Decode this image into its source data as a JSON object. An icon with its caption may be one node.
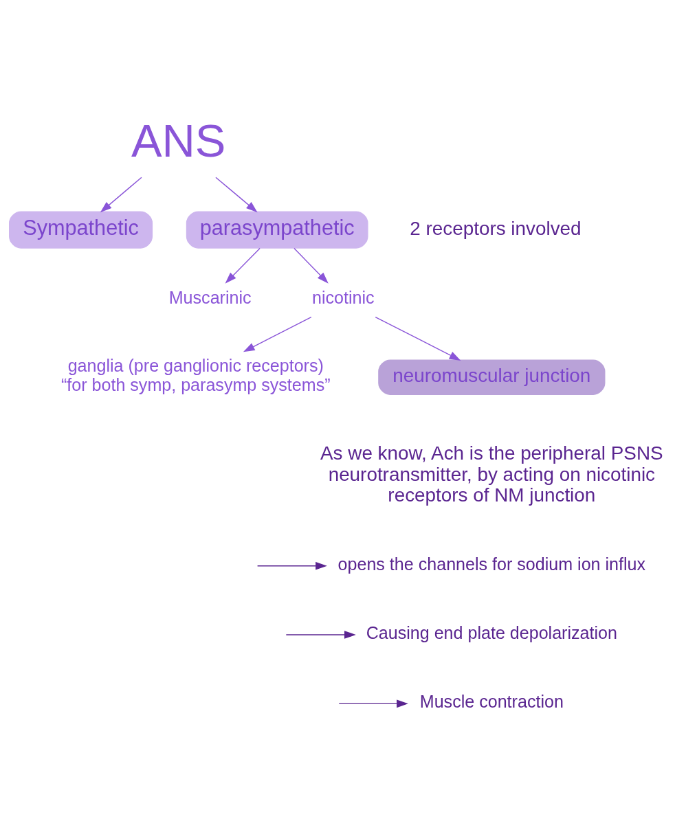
{
  "diagram": {
    "nodes": [
      {
        "text": [
          "ANS"
        ]
      },
      {
        "text": [
          "Sympathetic"
        ]
      },
      {
        "text": [
          "parasympathetic"
        ]
      },
      {
        "text": [
          "Muscarinic"
        ]
      },
      {
        "text": [
          "nicotinic"
        ]
      },
      {
        "text": [
          "ganglia (pre ganglionic receptors)"
        ],
        "beside": [
          "“for both symp, parasymp systems”"
        ]
      },
      {
        "text": [
          "neuromuscular junction"
        ]
      },
      {
        "text": [
          "As we know, Ach is the peripheral PSNS neurotransmitter, by acting on nicotinic receptors of NM junction"
        ]
      },
      {
        "text": [
          "opens the channels for sodium ion influx"
        ]
      },
      {
        "text": [
          "Causing end plate depolarization"
        ]
      },
      {
        "text": [
          "Muscle contraction"
        ]
      }
    ],
    "edges": [
      {
        "from": 0,
        "to": 1,
        "arrow": "to"
      },
      {
        "from": 0,
        "to": 2,
        "arrow": "to"
      },
      {
        "from": 2,
        "to": 4,
        "arrow": "to"
      },
      {
        "from": 2,
        "to": 3,
        "arrow": "to"
      },
      {
        "from": 4,
        "to": 5,
        "arrow": "to"
      },
      {
        "from": 4,
        "to": 6,
        "arrow": "to"
      },
      {
        "from": null,
        "to": 8,
        "arrow": "to"
      },
      {
        "from": null,
        "to": 9,
        "arrow": "to"
      },
      {
        "from": null,
        "to": 10,
        "arrow": "to"
      }
    ],
    "labels": [
      "2 receptors involved"
    ]
  }
}
